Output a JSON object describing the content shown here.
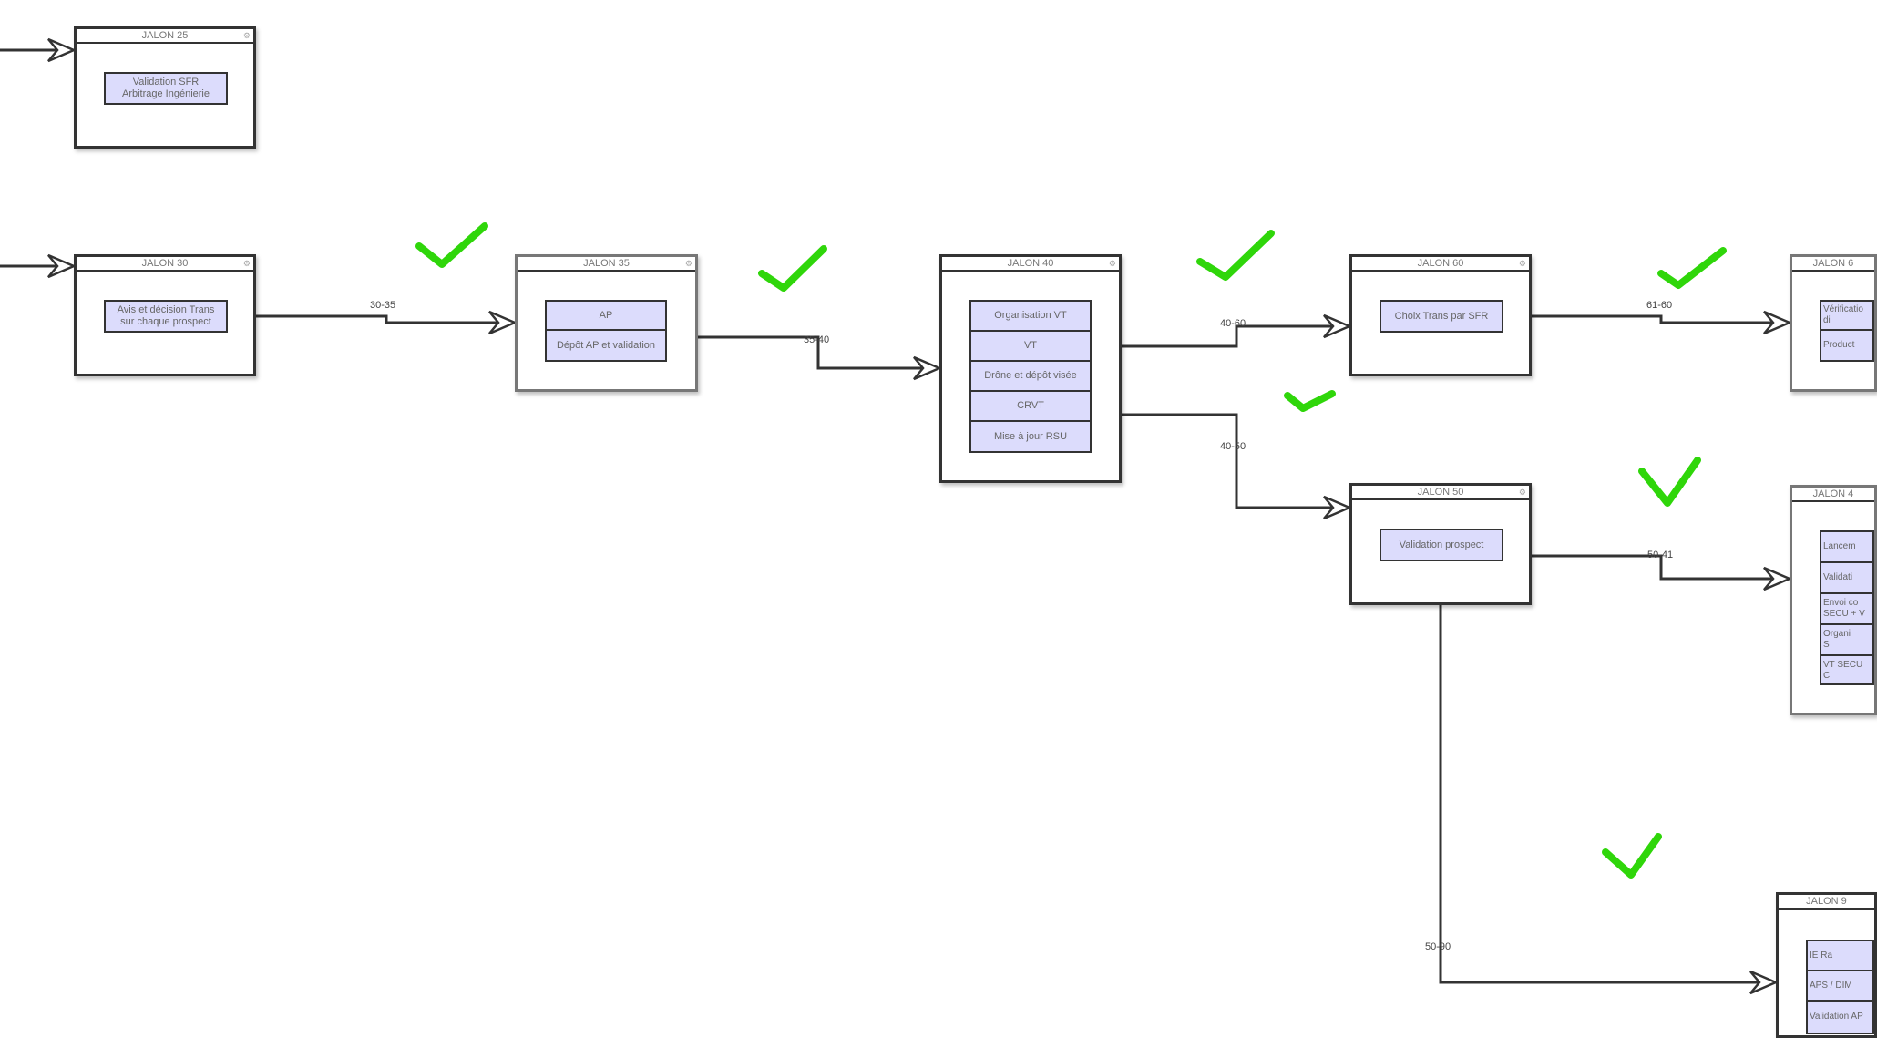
{
  "colors": {
    "accent": "#2fd60a",
    "item_fill": "#dcdcfc",
    "line": "#333333"
  },
  "jalons": [
    {
      "id": "j25",
      "title": "JALON 25",
      "items": [
        "Validation SFR\nArbitrage Ingénierie"
      ]
    },
    {
      "id": "j30",
      "title": "JALON 30",
      "items": [
        "Avis et décision Trans\nsur chaque prospect"
      ]
    },
    {
      "id": "j35",
      "title": "JALON 35",
      "items": [
        "AP",
        "Dépôt AP et validation"
      ]
    },
    {
      "id": "j40",
      "title": "JALON 40",
      "items": [
        "Organisation VT",
        "VT",
        "Drône et dépôt visée",
        "CRVT",
        "Mise à jour RSU"
      ]
    },
    {
      "id": "j60",
      "title": "JALON 60",
      "items": [
        "Choix Trans par SFR"
      ]
    },
    {
      "id": "j6x",
      "title": "JALON 6",
      "items": [
        "Vérificatio\ndi",
        "Product"
      ]
    },
    {
      "id": "j50",
      "title": "JALON 50",
      "items": [
        "Validation prospect"
      ]
    },
    {
      "id": "j4x",
      "title": "JALON 4",
      "items": [
        "Lancem",
        "Validati",
        "Envoi co\nSECU + V",
        "Organi\nS",
        "VT SECU\nC"
      ]
    },
    {
      "id": "j9x",
      "title": "JALON 9",
      "items": [
        "IE Ra",
        "APS / DIM",
        "Validation AP"
      ]
    }
  ],
  "links": [
    "30-35",
    "35-40",
    "40-60",
    "40-50",
    "61-60",
    "50-41",
    "50-90"
  ],
  "checkmarks": 7,
  "gear_icon": "⚙"
}
